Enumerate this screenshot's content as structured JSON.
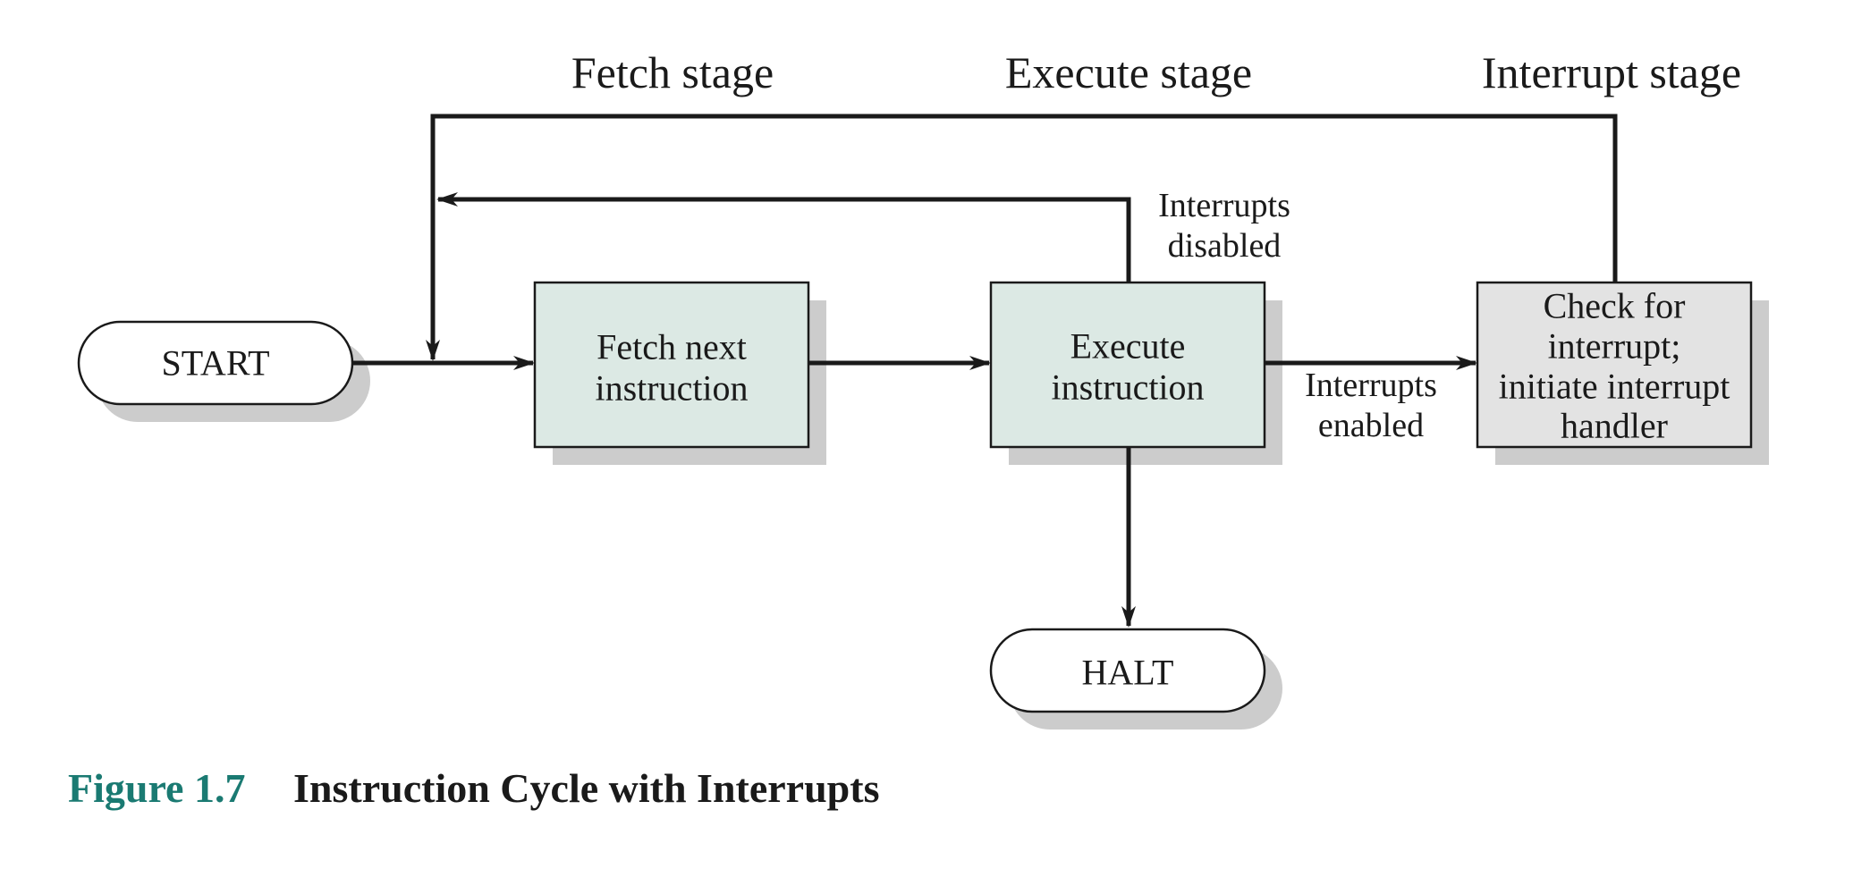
{
  "colors": {
    "process_fill": "#dce9e4",
    "interrupt_fill": "#e3e3e3",
    "terminal_fill": "#ffffff",
    "caption_number": "#1a7a72",
    "caption_title": "#1a1a1a",
    "line": "#1a1a1a"
  },
  "stages": {
    "fetch": "Fetch stage",
    "execute": "Execute stage",
    "interrupt": "Interrupt stage"
  },
  "nodes": {
    "start": {
      "label": "START"
    },
    "fetch": {
      "lines": [
        "Fetch next",
        "instruction"
      ]
    },
    "execute": {
      "lines": [
        "Execute",
        "instruction"
      ]
    },
    "interrupt": {
      "lines": [
        "Check for",
        "interrupt;",
        "initiate interrupt",
        "handler"
      ]
    },
    "halt": {
      "label": "HALT"
    }
  },
  "edges": {
    "interrupts_disabled": [
      "Interrupts",
      "disabled"
    ],
    "interrupts_enabled": [
      "Interrupts",
      "enabled"
    ]
  },
  "caption": {
    "number": "Figure 1.7",
    "title": "Instruction Cycle with Interrupts"
  }
}
